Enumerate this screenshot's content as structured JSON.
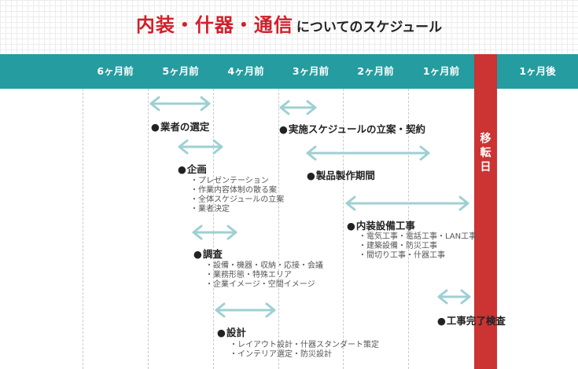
{
  "title": {
    "main": "内装・什器・通信",
    "sub": "についてのスケジュール"
  },
  "months": [
    "6ヶ月前",
    "5ヶ月前",
    "4ヶ月前",
    "3ヶ月前",
    "2ヶ月前",
    "1ヶ月前",
    "1ヶ月後"
  ],
  "move_day": [
    "移",
    "転",
    "日"
  ],
  "tasks": [
    {
      "label": "業者の選定",
      "items": []
    },
    {
      "label": "企画",
      "items": [
        "プレゼンテーション",
        "作業内容体制の散る案",
        "全体スケジュールの立案",
        "業者決定"
      ]
    },
    {
      "label": "調査",
      "items": [
        "設備・機器・収納・応接・会議",
        "業務形態・特殊エリア",
        "企業イメージ・空間イメージ"
      ]
    },
    {
      "label": "設計",
      "items": [
        "レイアウト設計・什器スタンダート策定",
        "インテリア選定・防災設計"
      ]
    },
    {
      "label": "実施スケジュールの立案・契約",
      "items": []
    },
    {
      "label": "製品製作期間",
      "items": []
    },
    {
      "label": "内装設備工事",
      "items": [
        "電気工事・電話工事・LAN工事",
        "建築設備・防災工事",
        "間切り工事・什器工事"
      ]
    },
    {
      "label": "工事完了検査",
      "items": []
    }
  ],
  "colors": {
    "header": "#259ca0",
    "move_day": "#cc3333",
    "arrow": "#9ed0d3",
    "title_red": "#d0202a"
  }
}
